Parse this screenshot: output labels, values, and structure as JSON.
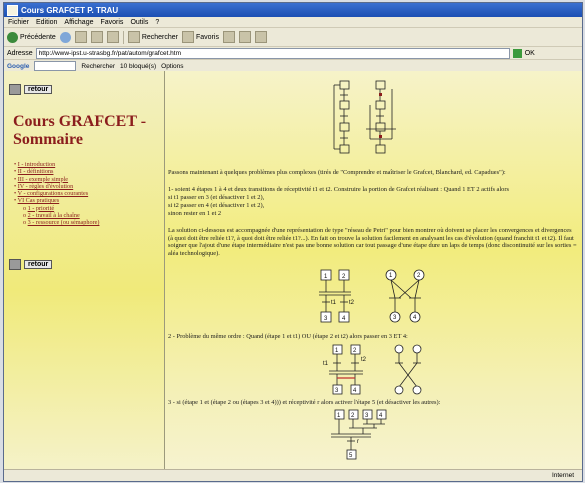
{
  "window": {
    "title": "Cours GRAFCET P. TRAU"
  },
  "menu": [
    "Fichier",
    "Edition",
    "Affichage",
    "Favoris",
    "Outils",
    "?"
  ],
  "toolbar": {
    "back": "Précédente",
    "search": "Rechercher",
    "favorites": "Favoris"
  },
  "address": {
    "label": "Adresse",
    "url": "http://www-ipst.u-strasbg.fr/pat/autom/grafcet.htm",
    "go": "OK"
  },
  "google_bar": {
    "logo": "Google",
    "search": "Rechercher",
    "blocked": "10 bloqué(s)",
    "options": "Options"
  },
  "left": {
    "return_label": "retour",
    "title": "Cours GRAFCET - Sommaire",
    "toc": [
      "I - introduction",
      "II - définitions",
      "III - exemple simple",
      "IV - règles d'évolution",
      "V - configurations courantes",
      "VI Cas pratiques"
    ],
    "toc_sub": [
      "1 - priorité",
      "2 - travail à la chaîne",
      "3 - ressource (ou sémaphore)"
    ],
    "return_label2": "retour"
  },
  "main": {
    "para1": "Passons maintenant à quelques problèmes plus complexes (tirés de \"Comprendre et maîtriser le Grafcet, Blanchard, ed. Capadues\"):",
    "para2": "1- soient 4 étapes 1 à 4 et deux transitions de réceptivité t1 et t2. Construire la portion de Grafcet réalisant : Quand 1 ET 2 actifs alors",
    "para2b": "si t1 passer en 3 (et désactiver 1 et 2),",
    "para2c": "si t2 passer en 4 (et désactiver 1 et 2),",
    "para2d": "sinon rester en 1 et 2",
    "para3": "La solution ci-dessous est accompagnée d'une représentation de type \"réseau de Petri\" pour bien montrer où doivent se placer les convergences et divergences (à quoi doit être reliée t1?, à quoi doit être reliée t1?...). En fait on trouve la solution facilement en analysant les cas d'évolution (quand franchit t1 et t2). Il faut soigner que l'ajout d'une étape intermédiaire n'est pas une bonne solution car tout passage d'une étape dure un laps de temps (donc discontinuité sur les sorties = aléa technologique).",
    "para4": "2 - Problème du même ordre : Quand (étape 1 et t1) OU (étape 2 et t2) alors passer en 3 ET 4:",
    "para5": "3 - si (étape 1 et (étape 2 ou (étapes 3 et 4))) et réceptivité r alors activer l'étape 5 (et désactiver les autres):"
  },
  "diagram_labels": {
    "d1": [
      "1",
      "2",
      "3",
      "4",
      "t1",
      "t2"
    ],
    "d2": [
      "1",
      "2",
      "3",
      "4",
      "t1",
      "t2"
    ],
    "d3": [
      "1",
      "2",
      "3",
      "4",
      "5",
      "r"
    ]
  },
  "status": {
    "zone": "Internet"
  }
}
